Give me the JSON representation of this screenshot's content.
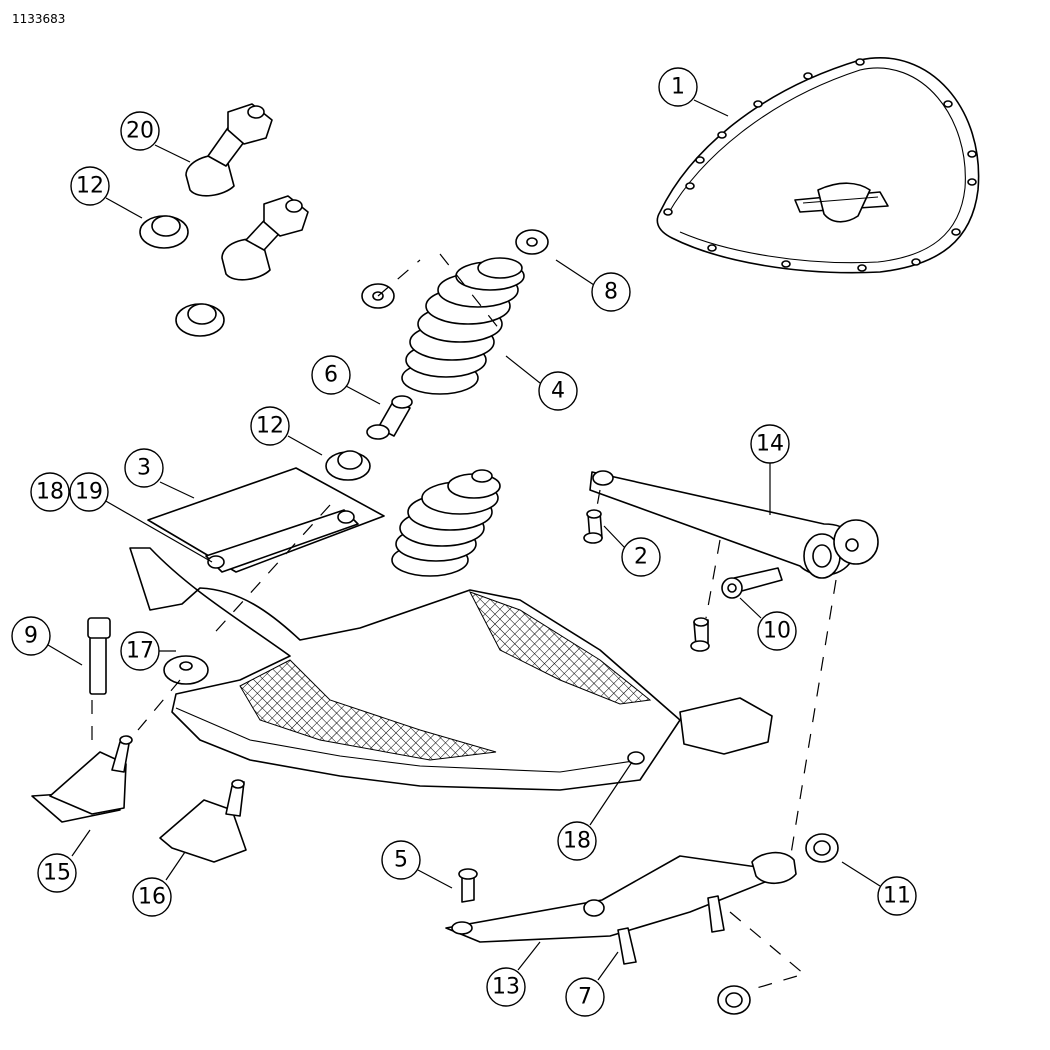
{
  "drawing_id": "1133683",
  "callouts": [
    {
      "label": "1"
    },
    {
      "label": "20"
    },
    {
      "label": "12"
    },
    {
      "label": "8"
    },
    {
      "label": "6"
    },
    {
      "label": "4"
    },
    {
      "label": "12"
    },
    {
      "label": "3"
    },
    {
      "label": "18"
    },
    {
      "label": "19"
    },
    {
      "label": "14"
    },
    {
      "label": "2"
    },
    {
      "label": "10"
    },
    {
      "label": "9"
    },
    {
      "label": "17"
    },
    {
      "label": "15"
    },
    {
      "label": "16"
    },
    {
      "label": "18"
    },
    {
      "label": "5"
    },
    {
      "label": "11"
    },
    {
      "label": "13"
    },
    {
      "label": "7"
    }
  ]
}
